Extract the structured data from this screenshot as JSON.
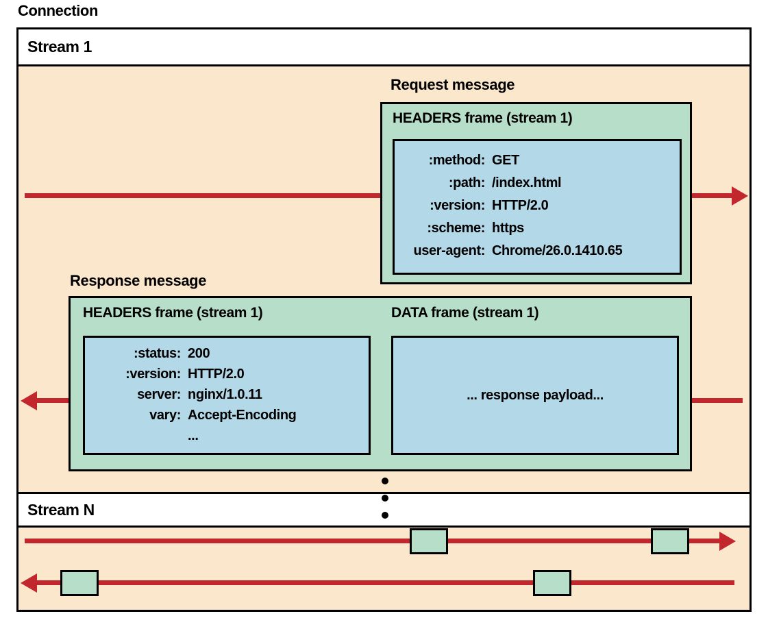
{
  "connection": {
    "label": "Connection"
  },
  "colors": {
    "background": "#fae7cc",
    "frame_green": "#b7dec8",
    "frame_blue": "#b3d8e8",
    "arrow_red": "#c1272d",
    "border": "#000000"
  },
  "stream1": {
    "label": "Stream 1",
    "request": {
      "label": "Request message",
      "frame_title": "HEADERS frame (stream 1)",
      "headers": [
        {
          "key": ":method:",
          "value": "GET"
        },
        {
          "key": ":path:",
          "value": "/index.html"
        },
        {
          "key": ":version:",
          "value": "HTTP/2.0"
        },
        {
          "key": ":scheme:",
          "value": "https"
        },
        {
          "key": "user-agent:",
          "value": "Chrome/26.0.1410.65"
        }
      ]
    },
    "response": {
      "label": "Response message",
      "headers_frame_title": "HEADERS frame (stream 1)",
      "data_frame_title": "DATA frame (stream 1)",
      "headers": [
        {
          "key": ":status:",
          "value": "200"
        },
        {
          "key": ":version:",
          "value": "HTTP/2.0"
        },
        {
          "key": "server:",
          "value": "nginx/1.0.11"
        },
        {
          "key": "vary:",
          "value": "Accept-Encoding"
        },
        {
          "key": "",
          "value": "..."
        }
      ],
      "data_payload": "... response payload..."
    }
  },
  "streamN": {
    "label": "Stream N",
    "ellipsis": "⋮"
  }
}
